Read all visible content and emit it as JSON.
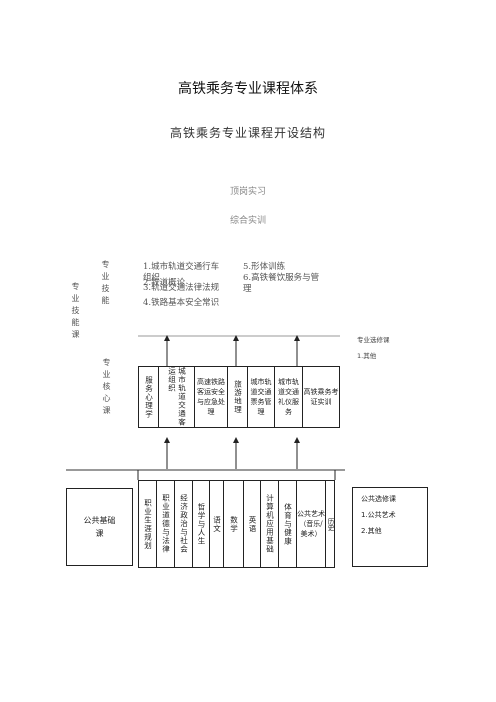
{
  "title": "高铁乘务专业课程体系",
  "subtitle": "高铁乘务专业课程开设结构",
  "top": {
    "internship": "顶岗实习",
    "comprehensive": "综合实训"
  },
  "skills_group": {
    "outer_label": "专业技能课",
    "inner_label": "专业技能",
    "left_items": [
      "1.城市轨道交通行车组织",
      "2.铁道概论",
      "3.轨道交通法律法规",
      "4.铁路基本安全常识"
    ],
    "right_items": [
      "5.形体训练",
      "6.高铁餐饮服务与管理"
    ]
  },
  "elective_major": {
    "title": "专业选修课",
    "item": "1.其他"
  },
  "core_group": {
    "label": "专业核心课",
    "courses": [
      "服务心理学",
      "城市轨道交通客运组织",
      "高速铁路客运安全与应急处理",
      "旅游地理",
      "城市轨道交通票务管理",
      "城市轨道交通礼仪服务",
      "高铁乘务考证实训"
    ]
  },
  "public_group": {
    "label": "公共基础课",
    "courses": [
      "职业生涯规划",
      "职业道德与法律",
      "经济政治与社会",
      "哲学与人生",
      "语文",
      "数学",
      "英语",
      "计算机应用基础",
      "体育与健康",
      "公共艺术（音乐/美术）",
      "历史"
    ]
  },
  "elective_public": {
    "title": "公共选修课",
    "items": [
      "1.公共艺术",
      "2.其他"
    ]
  }
}
